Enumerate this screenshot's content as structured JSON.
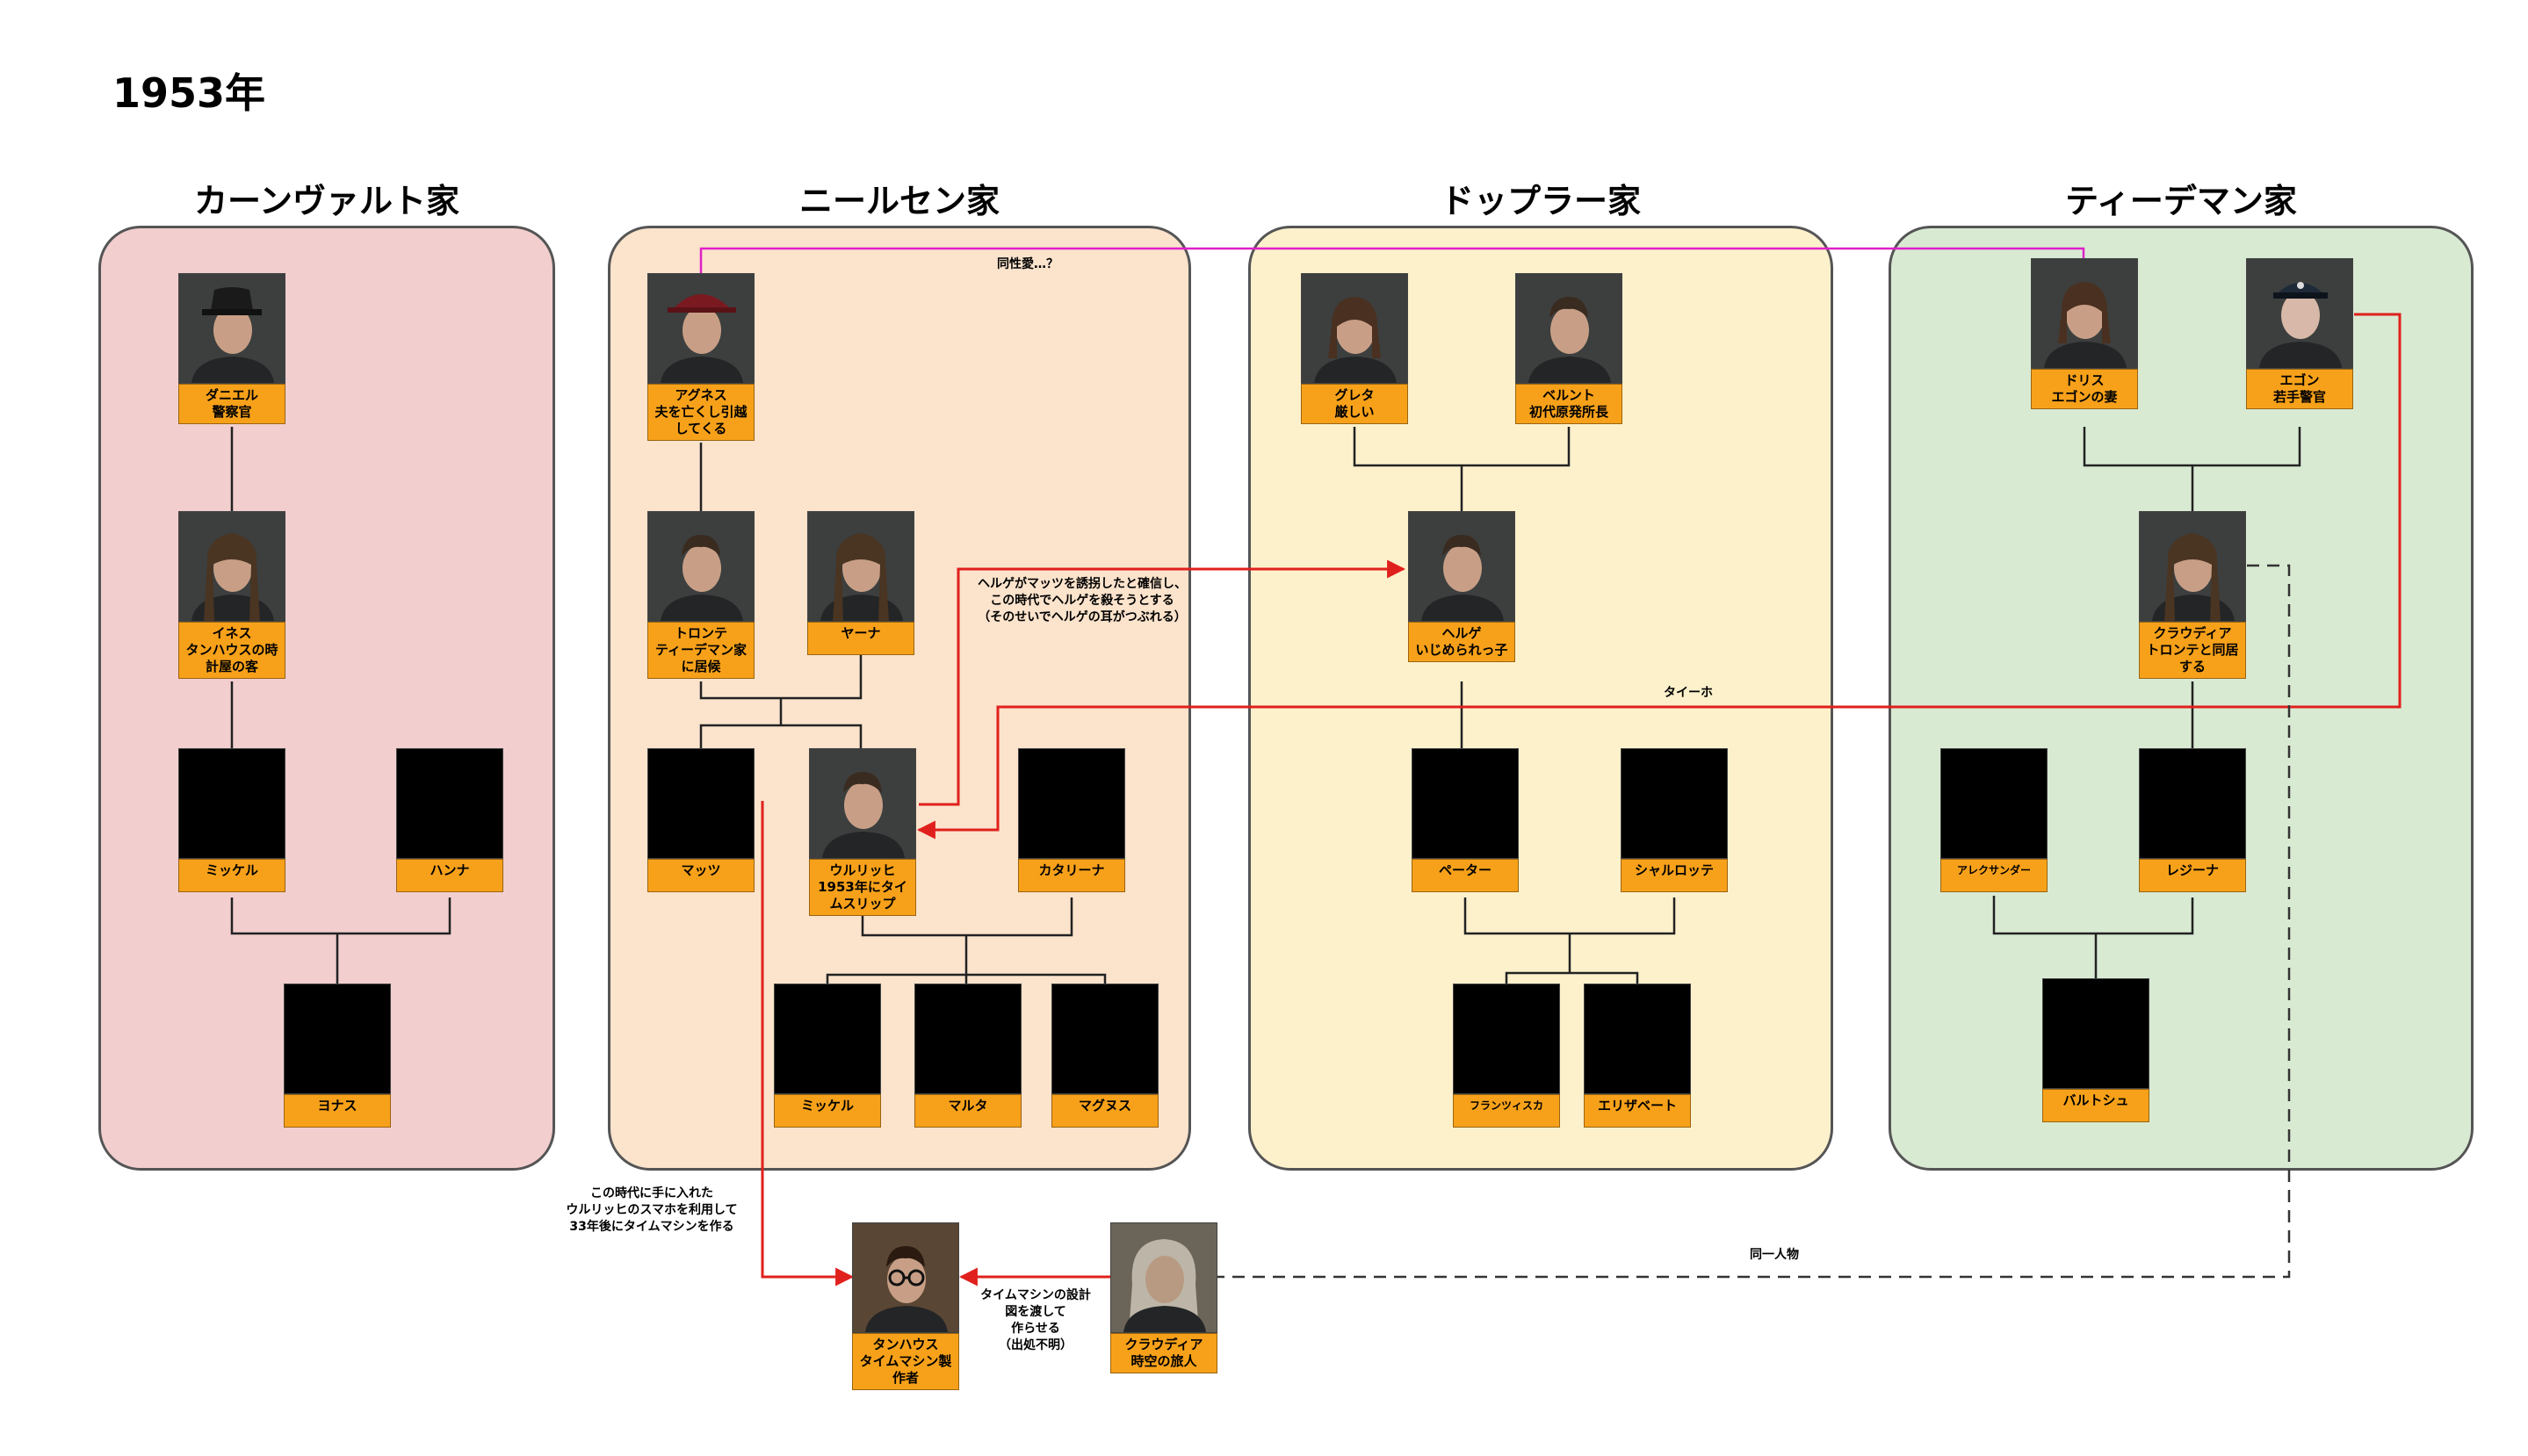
{
  "page_title": "1953年",
  "colors": {
    "kahnwald": "#f2cece",
    "nielsen": "#fbe3cc",
    "doppler": "#fdf1cc",
    "tiedemann": "#d9ead3",
    "caption": "#f7a11a",
    "pink_link": "#e020c8",
    "red_link": "#e0201c"
  },
  "families": [
    {
      "id": "kahnwald",
      "name": "カーンヴァルト家"
    },
    {
      "id": "nielsen",
      "name": "ニールセン家"
    },
    {
      "id": "doppler",
      "name": "ドップラー家"
    },
    {
      "id": "tiedemann",
      "name": "ティーデマン家"
    }
  ],
  "people": {
    "daniel": {
      "caption": "ダニエル\n警察官",
      "photo": "man-with-hat"
    },
    "ines": {
      "caption": "イネス\nタンハウスの時計屋の客",
      "photo": "girl"
    },
    "mikkel_k": {
      "caption": "ミッケル",
      "photo": "hidden"
    },
    "hannah": {
      "caption": "ハンナ",
      "photo": "hidden"
    },
    "jonas": {
      "caption": "ヨナス",
      "photo": "hidden"
    },
    "agnes": {
      "caption": "アグネス\n夫を亡くし引越してくる",
      "photo": "woman-with-hat"
    },
    "tronte": {
      "caption": "トロンテ\nティーデマン家に居候",
      "photo": "boy"
    },
    "jana": {
      "caption": "ヤーナ",
      "photo": "girl"
    },
    "mads": {
      "caption": "マッツ",
      "photo": "hidden"
    },
    "ulrich": {
      "caption": "ウルリッヒ\n1953年にタイムスリップ",
      "photo": "man"
    },
    "katharina": {
      "caption": "カタリーナ",
      "photo": "hidden"
    },
    "mikkel_n": {
      "caption": "ミッケル",
      "photo": "hidden"
    },
    "martha": {
      "caption": "マルタ",
      "photo": "hidden"
    },
    "magnus": {
      "caption": "マグヌス",
      "photo": "hidden"
    },
    "greta": {
      "caption": "グレタ\n厳しい",
      "photo": "woman"
    },
    "bernd": {
      "caption": "ベルント\n初代原発所長",
      "photo": "man"
    },
    "helge": {
      "caption": "ヘルゲ\nいじめられっ子",
      "photo": "boy"
    },
    "peter": {
      "caption": "ペーター",
      "photo": "hidden"
    },
    "charlotte": {
      "caption": "シャルロッテ",
      "photo": "hidden"
    },
    "franziska": {
      "caption": "フランツィスカ",
      "photo": "hidden"
    },
    "elisabeth": {
      "caption": "エリザベート",
      "photo": "hidden"
    },
    "doris": {
      "caption": "ドリス\nエゴンの妻",
      "photo": "woman"
    },
    "egon": {
      "caption": "エゴン\n若手警官",
      "photo": "man-with-cap"
    },
    "claudia": {
      "caption": "クラウディア\nトロンテと同居する",
      "photo": "girl"
    },
    "alexander": {
      "caption": "アレクサンダー",
      "photo": "hidden"
    },
    "regina": {
      "caption": "レジーナ",
      "photo": "hidden"
    },
    "bartosz": {
      "caption": "バルトシュ",
      "photo": "hidden"
    },
    "tannhaus": {
      "caption": "タンハウス\nタイムマシン製作者",
      "photo": "man-with-glasses"
    },
    "claudia_old": {
      "caption": "クラウディア\n時空の旅人",
      "photo": "old-woman"
    }
  },
  "notes": {
    "same_sex": "同性愛…？",
    "helge_note": "ヘルゲがマッツを誘拐したと確信し、\nこの時代でヘルゲを殺そうとする\n（そのせいでヘルゲの耳がつぶれる）",
    "arrest": "タイーホ",
    "smartphone": "この時代に手に入れた\nウルリッヒのスマホを利用して\n33年後にタイムマシンを作る",
    "same_person": "同一人物",
    "blueprint": "タイムマシンの設計\n図を渡して\n作らせる\n（出処不明）"
  }
}
